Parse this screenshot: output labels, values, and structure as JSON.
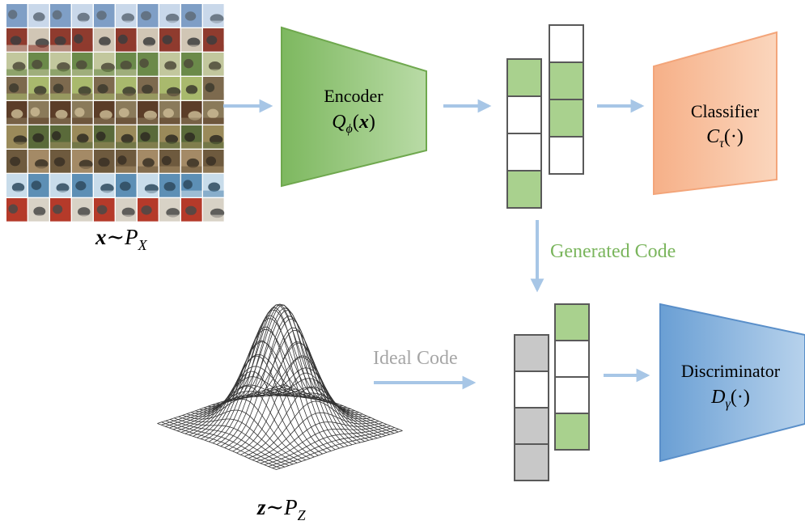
{
  "input": {
    "label_var": "x",
    "label_sim": "∼",
    "label_dist": "P",
    "label_dist_sub": "X",
    "image_grid": {
      "rows": 9,
      "cols": 10
    }
  },
  "prior": {
    "label_var": "z",
    "label_sim": "∼",
    "label_dist": "P",
    "label_dist_sub": "Z"
  },
  "encoder": {
    "title": "Encoder",
    "fn": "Q",
    "fn_sub": "ϕ",
    "fn_arg_open": "(",
    "fn_arg": "x",
    "fn_arg_close": ")",
    "fill": "#8cc070",
    "stroke": "#6fa84e"
  },
  "classifier": {
    "title": "Classifier",
    "fn": "C",
    "fn_sub": "τ",
    "fn_arg": "(·)",
    "fill": "#f8b98e",
    "stroke": "#f3a57a"
  },
  "discriminator": {
    "title": "Discriminator",
    "fn": "D",
    "fn_sub": "γ",
    "fn_arg": "(·)",
    "fill": "#6fa3d6",
    "stroke": "#5a8fc9"
  },
  "generated_code": {
    "label": "Generated Code",
    "label_color": "#7ab55c",
    "col_a": [
      1,
      0,
      0,
      1
    ],
    "col_b": [
      0,
      1,
      1,
      0
    ]
  },
  "ideal_code": {
    "label": "Ideal Code",
    "label_color": "#a6a6a6",
    "col_a": [
      1,
      0,
      1,
      1
    ],
    "col_b": [
      1,
      0,
      0,
      1
    ]
  },
  "colors": {
    "arrow": "#a7c6e6",
    "cell_green": "#a9d18e",
    "cell_gray": "#c8c8c8",
    "cell_white": "#ffffff",
    "cell_stroke": "#595959"
  }
}
